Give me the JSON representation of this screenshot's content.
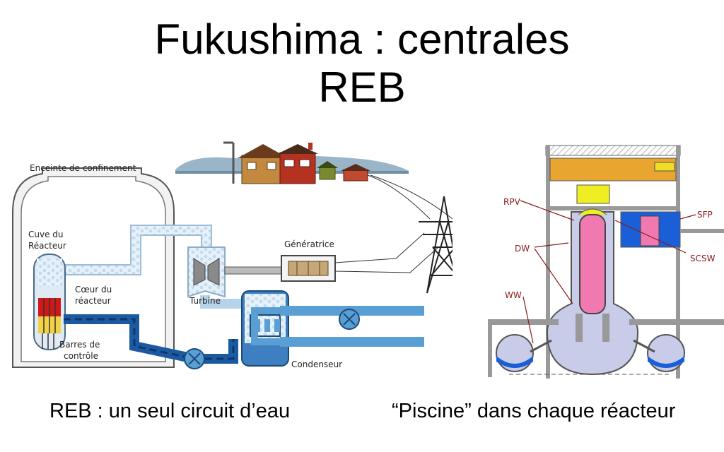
{
  "title": {
    "line1": "Fukushima : centrales",
    "line2": "REB"
  },
  "left_diagram": {
    "labels": {
      "containment": "Enceinte de confinement",
      "vessel_line1": "Cuve du",
      "vessel_line2": "Réacteur",
      "core_line1": "Cœur du",
      "core_line2": "réacteur",
      "rods_line1": "Barres de",
      "rods_line2": "contrôle",
      "generator": "Génératrice",
      "turbine": "Turbine",
      "condenser": "Condenseur"
    }
  },
  "right_diagram": {
    "labels": {
      "rpv": "RPV",
      "dw": "DW",
      "ww": "WW",
      "sfp": "SFP",
      "scsw": "SCSW"
    }
  },
  "captions": {
    "left": "REB : un seul circuit d’eau",
    "right": "“Piscine” dans chaque réacteur"
  }
}
